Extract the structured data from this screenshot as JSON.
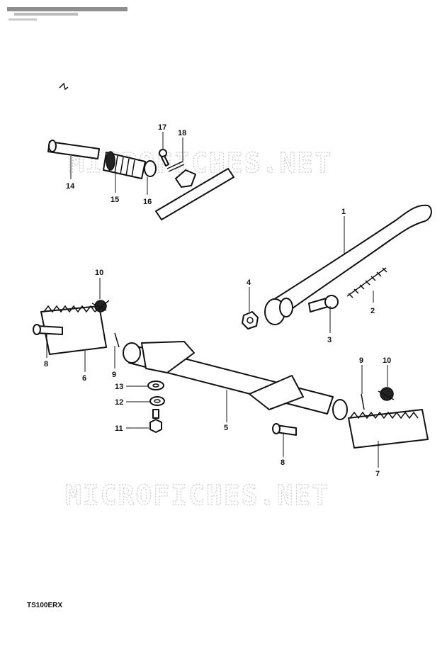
{
  "watermark": "MICROFICHES.NET",
  "model_code": "TS100ERX",
  "parts": [
    {
      "label": "1"
    },
    {
      "label": "2"
    },
    {
      "label": "3"
    },
    {
      "label": "4"
    },
    {
      "label": "5"
    },
    {
      "label": "6"
    },
    {
      "label": "7"
    },
    {
      "label": "8"
    },
    {
      "label": "8"
    },
    {
      "label": "9"
    },
    {
      "label": "9"
    },
    {
      "label": "10"
    },
    {
      "label": "10"
    },
    {
      "label": "11"
    },
    {
      "label": "12"
    },
    {
      "label": "13"
    },
    {
      "label": "14"
    },
    {
      "label": "15"
    },
    {
      "label": "16"
    },
    {
      "label": "17"
    },
    {
      "label": "18"
    }
  ]
}
